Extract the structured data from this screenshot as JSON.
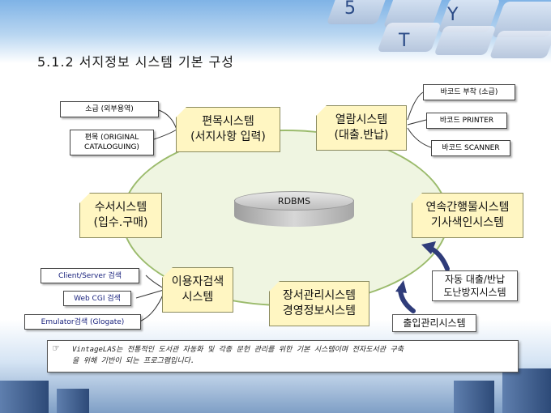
{
  "title": "5.1.2 서지정보 시스템 기본 구성",
  "background_keys": [
    "5",
    "T",
    "Y"
  ],
  "center": {
    "label": "RDBMS"
  },
  "systems": {
    "cataloging": [
      "편목시스템",
      "(서지사항 입력)"
    ],
    "circulation": [
      "열람시스템",
      "(대출.반납)"
    ],
    "acquisition": [
      "수서시스템",
      "(입수.구매)"
    ],
    "serials": [
      "연속간행물시스템",
      "기사색인시스템"
    ],
    "user_search": [
      "이용자검색",
      "시스템"
    ],
    "storage": [
      "장서관리시스템",
      "경영정보시스템"
    ]
  },
  "side_boxes": {
    "sogeup": "소급 (외부용역)",
    "original": [
      "편목 (ORIGINAL",
      "CATALOGUING)"
    ],
    "barcode_attach": "바코드 부착 (소급)",
    "barcode_printer": "바코드 PRINTER",
    "barcode_scanner": "바코드 SCANNER",
    "client_server": "Client/Server 검색",
    "web_cgi": "Web CGI 검색",
    "emulator": "Emulator검색 (Glogate)",
    "auto_loan": [
      "자동 대출/반납",
      "도난방지시스템"
    ],
    "entry": "출입관리시스템"
  },
  "caption": {
    "icon": "☞",
    "lines": [
      "VintageLAS는 전통적인 도서관 자동화 및 각종 문헌 관리를 위한 기본 시스템이며 전자도서관 구축",
      "을 위해 기반이 되는 프로그램입니다."
    ]
  }
}
